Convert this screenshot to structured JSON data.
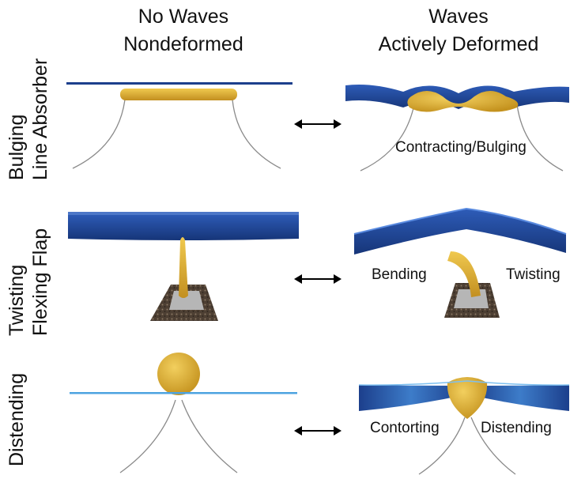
{
  "columns": {
    "left": {
      "line1": "No Waves",
      "line2": "Nondeformed"
    },
    "right": {
      "line1": "Waves",
      "line2": "Actively Deformed"
    }
  },
  "rows": [
    {
      "line1": "Bulging",
      "line2": "Line Absorber",
      "annotations": [
        "Contracting/Bulging"
      ]
    },
    {
      "line1": "Twisting",
      "line2": "Flexing Flap",
      "annotations": [
        "Bending",
        "Twisting"
      ]
    },
    {
      "line1": "Distending",
      "line2": "",
      "annotations": [
        "Contorting",
        "Distending"
      ]
    }
  ],
  "colors": {
    "water_dark": "#1c3f8c",
    "water_light": "#4da3e0",
    "device_gold": "#e3b43a",
    "tether": "#8a8a8a",
    "seabed": "#5a4a3a"
  }
}
